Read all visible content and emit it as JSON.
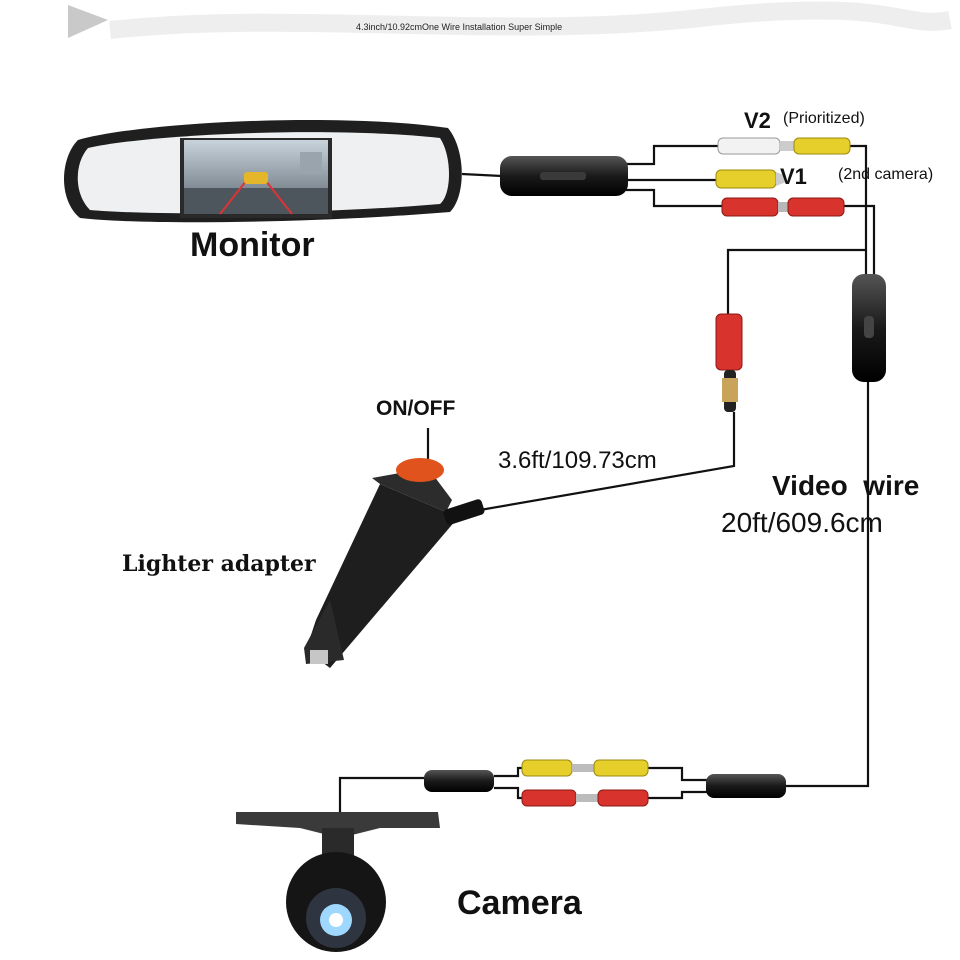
{
  "caption": "4.3inch/10.92cmOne Wire Installation Super Simple",
  "labels": {
    "monitor": "Monitor",
    "v2": "V2",
    "v2_note": "(Prioritized)",
    "v1": "V1",
    "v1_note": "(2nd camera)",
    "on_off": "ON/OFF",
    "power_length": "3.6ft/109.73cm",
    "video_wire": "Video  wire",
    "video_length": "20ft/609.6cm",
    "lighter_adapter": "Lighter adapter",
    "camera": "Camera"
  },
  "colors": {
    "wire": "#111111",
    "rca_yellow": "#e6cf2a",
    "rca_red": "#d8332c",
    "rca_white": "#f2f2f2",
    "power_button": "#e0531c",
    "housing": "#1e1e1e"
  },
  "icons": [
    "mirror-monitor-icon",
    "lighter-adapter-icon",
    "rear-camera-icon",
    "rca-plug-icon"
  ]
}
